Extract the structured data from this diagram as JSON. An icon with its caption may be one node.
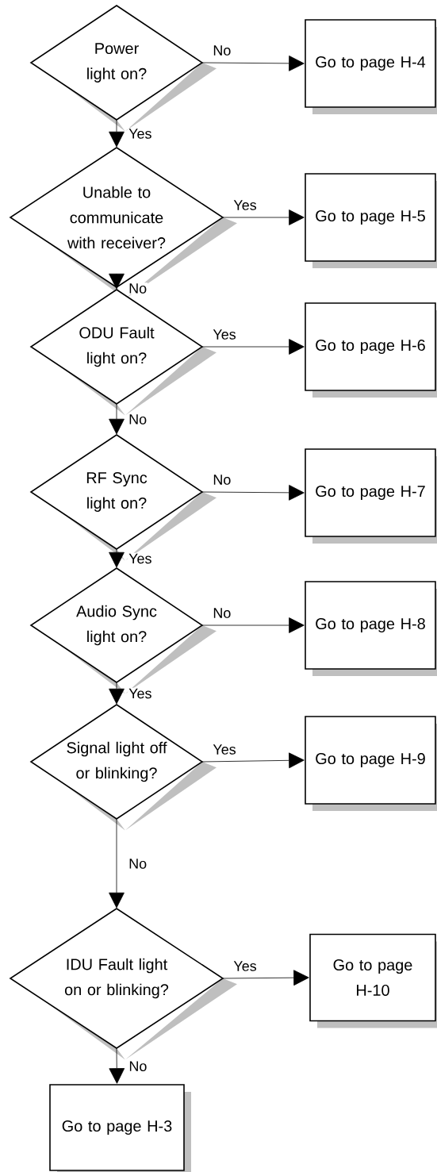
{
  "diagram": {
    "nodes": [
      {
        "text": [
          "Power light on?"
        ]
      },
      {
        "text": [
          "Go to page H-4"
        ]
      },
      {
        "text": [
          "Unable to communicate with receiver?"
        ]
      },
      {
        "text": [
          "Go to page H-5"
        ]
      },
      {
        "text": [
          "ODU Fault light on?"
        ]
      },
      {
        "text": [
          "Go to page H-6"
        ]
      },
      {
        "text": [
          "RF Sync light on?"
        ]
      },
      {
        "text": [
          "Go to page H-7"
        ]
      },
      {
        "text": [
          "Audio Sync light on?"
        ]
      },
      {
        "text": [
          "Go to page H-8"
        ]
      },
      {
        "text": [
          "Signal light off or blinking?"
        ]
      },
      {
        "text": [
          "Go to page H-9"
        ]
      },
      {
        "text": [
          "IDU Fault light on or blinking?"
        ]
      },
      {
        "text": [
          "Go to page H-10"
        ]
      },
      {
        "text": [
          "Go to page H-3"
        ]
      }
    ],
    "edges": [
      {
        "from": 0,
        "to": 1,
        "arrow": "to",
        "label": "No"
      },
      {
        "from": 0,
        "to": 2,
        "arrow": "to",
        "label": "Yes"
      },
      {
        "from": 2,
        "to": 3,
        "arrow": "to",
        "label": "Yes"
      },
      {
        "from": 2,
        "to": 4,
        "arrow": "to",
        "label": "No"
      },
      {
        "from": 4,
        "to": 5,
        "arrow": "to",
        "label": "Yes"
      },
      {
        "from": 4,
        "to": 6,
        "arrow": "to",
        "label": "No"
      },
      {
        "from": 6,
        "to": 7,
        "arrow": "to",
        "label": "No"
      },
      {
        "from": 6,
        "to": 8,
        "arrow": "to",
        "label": "Yes"
      },
      {
        "from": 8,
        "to": 9,
        "arrow": "to",
        "label": "No"
      },
      {
        "from": 8,
        "to": 10,
        "arrow": "to",
        "label": "Yes"
      },
      {
        "from": 10,
        "to": 11,
        "arrow": "to",
        "label": "Yes"
      },
      {
        "from": 10,
        "to": 12,
        "arrow": "to",
        "label": "No"
      },
      {
        "from": 12,
        "to": 13,
        "arrow": "to",
        "label": "Yes"
      },
      {
        "from": 12,
        "to": 14,
        "arrow": "to",
        "label": "No"
      }
    ]
  }
}
